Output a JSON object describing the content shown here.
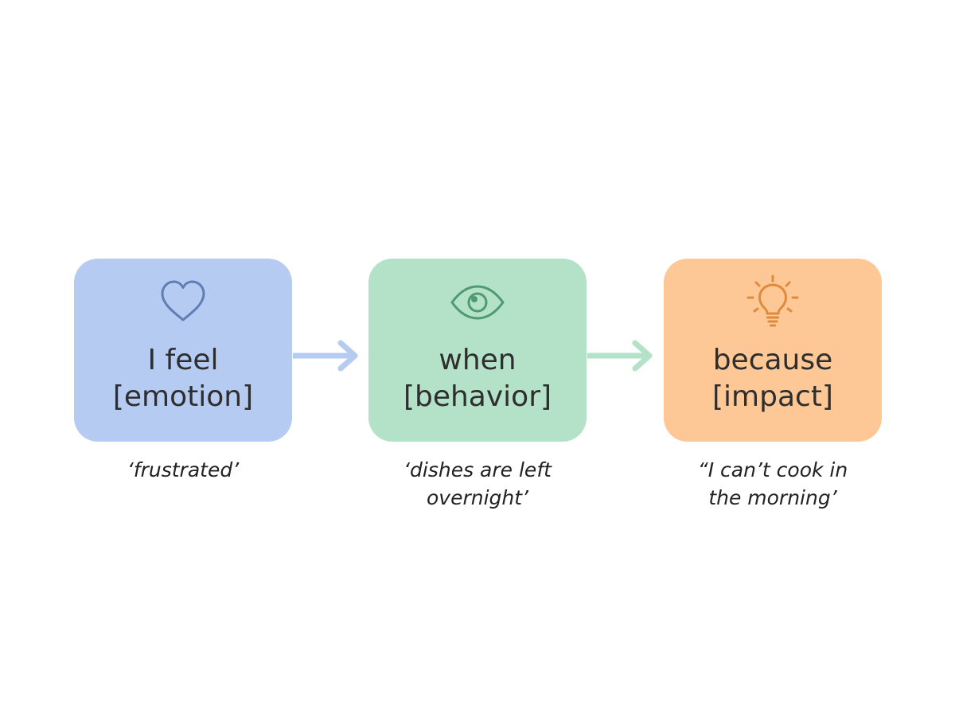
{
  "steps": [
    {
      "icon": "heart-icon",
      "line1": "I feel",
      "line2": "[emotion]",
      "example_line1": "‘frustrated’",
      "example_line2": "",
      "color": "#b6cbf2",
      "icon_color": "#5d7fb3"
    },
    {
      "icon": "eye-icon",
      "line1": "when",
      "line2": "[behavior]",
      "example_line1": "‘dishes are left",
      "example_line2": "overnight’",
      "color": "#b3e2c8",
      "icon_color": "#4f9a70"
    },
    {
      "icon": "lightbulb-icon",
      "line1": "because",
      "line2": "[impact]",
      "example_line1": "“I can’t cook in",
      "example_line2": "the morning’",
      "color": "#fdc896",
      "icon_color": "#e08a3c"
    }
  ],
  "arrows": [
    {
      "color": "#b6cbf2"
    },
    {
      "color": "#b3e2c8"
    }
  ]
}
